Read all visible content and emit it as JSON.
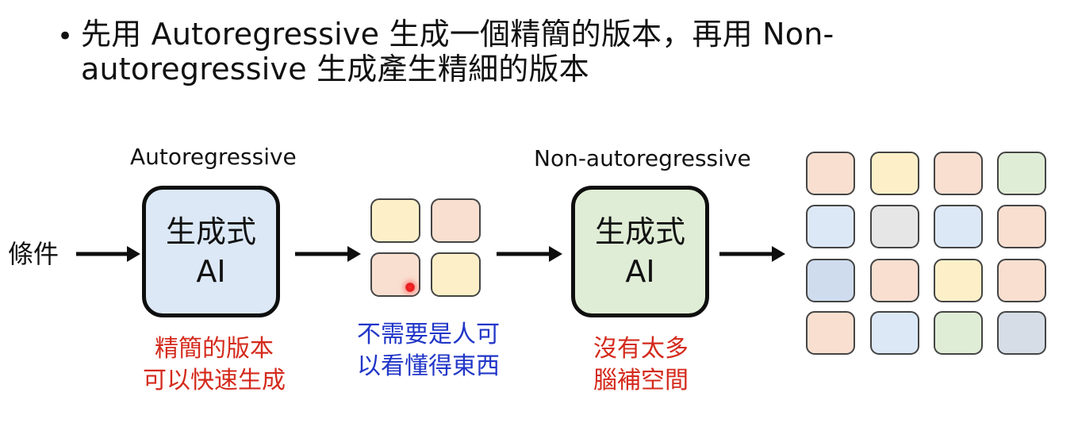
{
  "heading": {
    "line1": "先用 Autoregressive 生成一個精簡的版本，再用 Non-",
    "line2": "autoregressive 生成產生精細的版本"
  },
  "input_label": "條件",
  "stage1": {
    "label": "Autoregressive",
    "box_line1": "生成式",
    "box_line2": "AI",
    "caption_line1": "精簡的版本",
    "caption_line2": "可以快速生成"
  },
  "intermediate": {
    "caption_line1": "不需要是人可",
    "caption_line2": "以看懂得東西",
    "tiles": [
      "#fdf0c8",
      "#f9dfd0",
      "#f9dfd0",
      "#fdf0c8"
    ]
  },
  "stage2": {
    "label": "Non-autoregressive",
    "box_line1": "生成式",
    "box_line2": "AI",
    "caption_line1": "沒有太多",
    "caption_line2": "腦補空間"
  },
  "output": {
    "tiles": [
      "#f9dfd0",
      "#fdf0c8",
      "#f9dfd0",
      "#e0edd6",
      "#dce8f6",
      "#e6e6e6",
      "#dce8f6",
      "#f9dfd0",
      "#cedcee",
      "#f9dfd0",
      "#fdf0c8",
      "#f9dfd0",
      "#f9dfd0",
      "#dce8f6",
      "#e0edd6",
      "#d6dde6"
    ]
  },
  "colors": {
    "ar_box": "#dce8f6",
    "nar_box": "#e0edd6",
    "caption_red": "#d42a1c",
    "caption_blue": "#2136c8"
  }
}
